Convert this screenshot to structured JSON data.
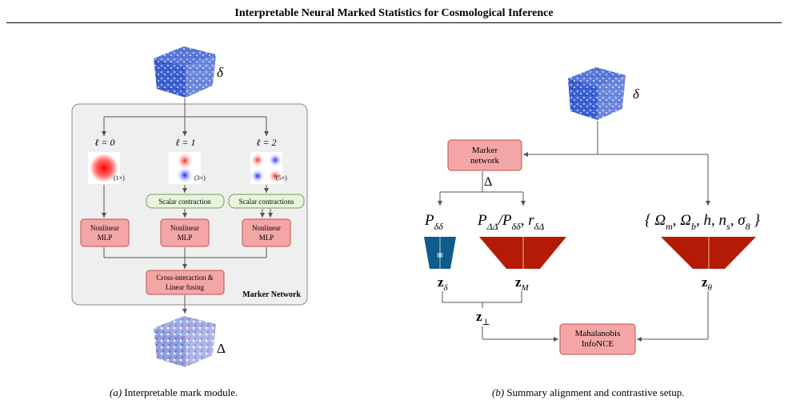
{
  "header": {
    "title": "Interpretable Neural Marked Statistics for Cosmological Inference"
  },
  "left": {
    "input_label": "δ",
    "output_label": "Δ",
    "panel_label": "Marker  Network",
    "branches": [
      {
        "ell": "ℓ = 0",
        "mult": "(1×)",
        "contraction": "",
        "mlp": "Nonlinear\nMLP"
      },
      {
        "ell": "ℓ = 1",
        "mult": "(3×)",
        "contraction": "Scalar contraction",
        "mlp": "Nonlinear\nMLP"
      },
      {
        "ell": "ℓ = 2",
        "mult": "(5×)",
        "contraction": "Scalar contractions",
        "mlp": "Nonlinear\nMLP"
      }
    ],
    "fusion": "Cross-interaction &\nLinear fusing",
    "caption_tag": "(a)",
    "caption_text": "Interpretable mark module."
  },
  "right": {
    "input_label": "δ",
    "marker_box": "Marker\nnetwork",
    "delta_label": "Δ",
    "stat_p": "P",
    "stat_p_sub": "δδ",
    "stat_m1": "P",
    "stat_m1_sub": "ΔΔ",
    "stat_m2": "/P",
    "stat_m2_sub": "δδ",
    "stat_m3": ", r",
    "stat_m3_sub": "δΔ",
    "params": "{ Ω",
    "params_parts": [
      "{ Ω",
      "m",
      ", Ω",
      "b",
      ", h, n",
      "s",
      ", σ",
      "8",
      " }"
    ],
    "frozen_icon": "❄",
    "z_delta": "z",
    "z_delta_sub": "δ",
    "z_m": "z",
    "z_m_sub": "M",
    "z_theta": "z",
    "z_theta_sub": "θ",
    "z_perp": "z",
    "z_perp_sub": "⊥",
    "loss_box": "Mahalanobis\nInfoNCE",
    "caption_tag": "(b)",
    "caption_text": "Summary alignment and contrastive setup."
  },
  "colors": {
    "box_fill": "#f4a6a6",
    "box_stroke": "#c0504d",
    "contraction_fill": "#e8f5dc",
    "contraction_stroke": "#7a9a5a",
    "trapezoid": "#b31b06",
    "frozen": "#0d5c8c",
    "panel": "#efefef"
  }
}
